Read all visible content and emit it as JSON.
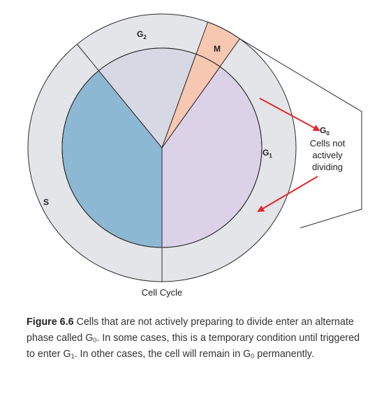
{
  "diagram": {
    "phases": [
      {
        "name": "G",
        "sub": "2"
      },
      {
        "name": "M",
        "sub": ""
      },
      {
        "name": "G",
        "sub": "1"
      },
      {
        "name": "S",
        "sub": ""
      }
    ],
    "g0_label": {
      "name": "G",
      "sub": "0"
    },
    "g0_lines": [
      "Cells not",
      "actively",
      "dividing"
    ],
    "title": "Cell Cycle"
  },
  "caption": {
    "figure_number": "Figure 6.6",
    "parts": [
      " Cells that are not actively preparing to divide enter an alternate phase called G",
      "0",
      ". In some cases, this is a temporary condition until triggered to enter G",
      "1",
      ". In other cases, the cell will remain in G",
      "0",
      " permanently."
    ]
  },
  "colors": {
    "outer_ring": "#e4e5e8",
    "g1_inner": "#dcd2e8",
    "s_inner": "#8db8d3",
    "g2_inner": "#d6d9e3",
    "m_segment": "#f6c7b1",
    "arrow": "#e0282d",
    "outline": "#2a2a2a"
  }
}
